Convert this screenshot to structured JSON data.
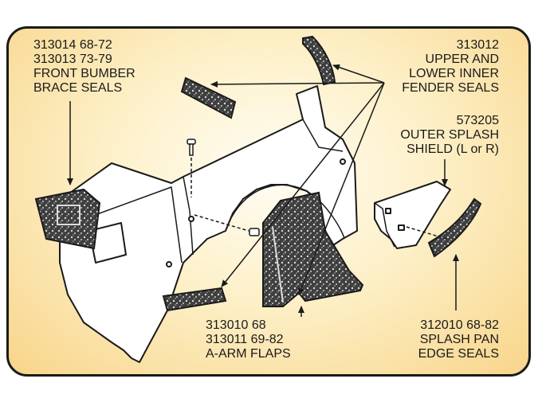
{
  "colors": {
    "panel_border": "#1a1a1a",
    "panel_center": "#fffdf4",
    "panel_edge": "#f8d58a",
    "part_fill": "#ffffff",
    "seal_fill": "#4a4a4a",
    "line": "#1a1a1a"
  },
  "callouts": {
    "front_bumper": {
      "lines": [
        "313014  68-72",
        "313013  73-79",
        "FRONT BUMBER",
        "BRACE SEALS"
      ]
    },
    "fender_seals": {
      "lines": [
        "313012",
        "UPPER AND",
        "LOWER INNER",
        "FENDER SEALS"
      ]
    },
    "splash_shield": {
      "lines": [
        "573205",
        "OUTER SPLASH",
        "SHIELD (L or R)"
      ]
    },
    "a_arm": {
      "lines": [
        "313010  68",
        "313011  69-82",
        "A-ARM FLAPS"
      ]
    },
    "splash_pan": {
      "lines": [
        "312010  68-82",
        "SPLASH PAN",
        "EDGE SEALS"
      ]
    }
  },
  "icons": [
    "arrow-icon",
    "bolt-icon"
  ]
}
